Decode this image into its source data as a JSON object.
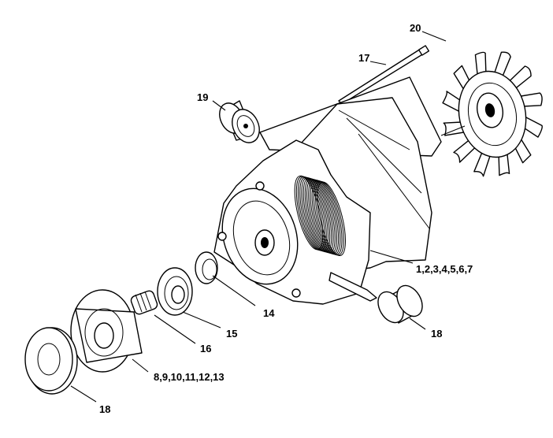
{
  "callouts": {
    "fan": "20",
    "tie_rod": "17",
    "end_cap_top": "19",
    "motor_assembly": "1,2,3,4,5,6,7",
    "seal": "14",
    "bearing": "15",
    "needle_bearing": "16",
    "end_cap_bottom": "18",
    "swashplate_housing": "8,9,10,11,12,13",
    "flange_ring": "18"
  },
  "colors": {
    "line": "#000000",
    "background": "#ffffff"
  }
}
